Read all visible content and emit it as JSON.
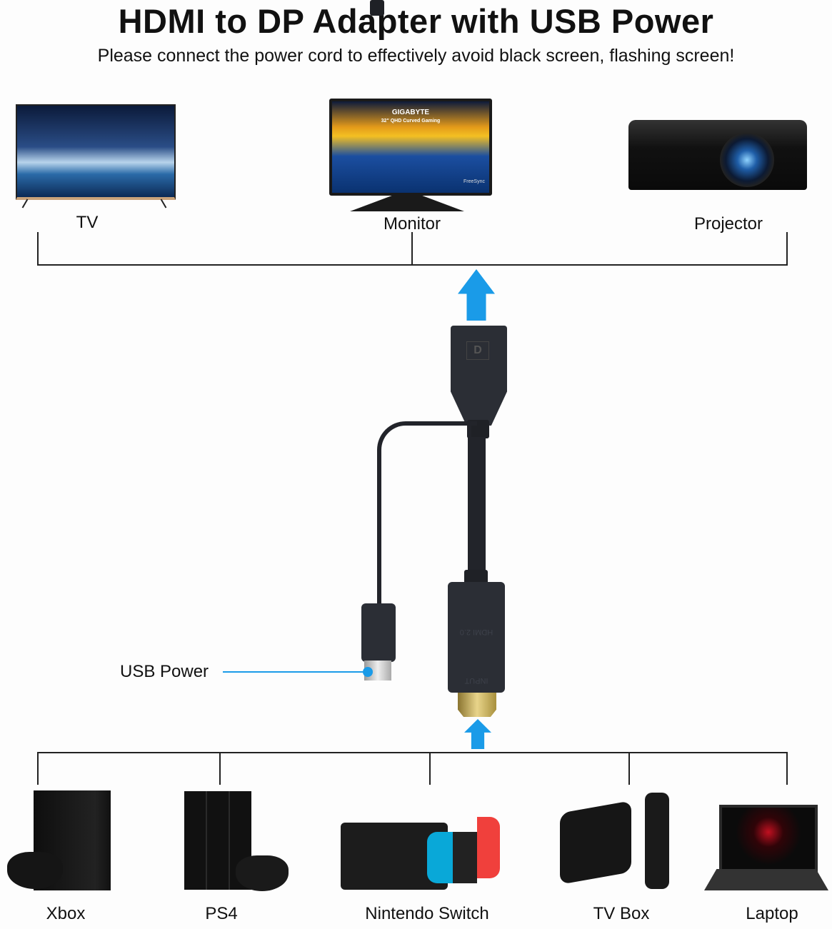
{
  "header": {
    "title": "HDMI to DP Adapter with USB Power",
    "subtitle": "Please connect the power cord to effectively avoid black screen, flashing screen!"
  },
  "outputs": [
    {
      "label": "TV"
    },
    {
      "label": "Monitor"
    },
    {
      "label": "Projector"
    }
  ],
  "monitor_screen": {
    "brand": "GIGABYTE",
    "model": "32\" QHD Curved Gaming",
    "badge": "FreeSync"
  },
  "adapter": {
    "dp_logo": "D",
    "usb_label": "USB Power",
    "hdmi_text": "HDMI 2.0",
    "input_text": "INPUT"
  },
  "inputs": [
    {
      "label": "Xbox"
    },
    {
      "label": "PS4"
    },
    {
      "label": "Nintendo Switch"
    },
    {
      "label": "TV Box"
    },
    {
      "label": "Laptop"
    }
  ],
  "colors": {
    "arrow": "#1a9be8",
    "device": "#1b1c20",
    "line": "#222222"
  }
}
